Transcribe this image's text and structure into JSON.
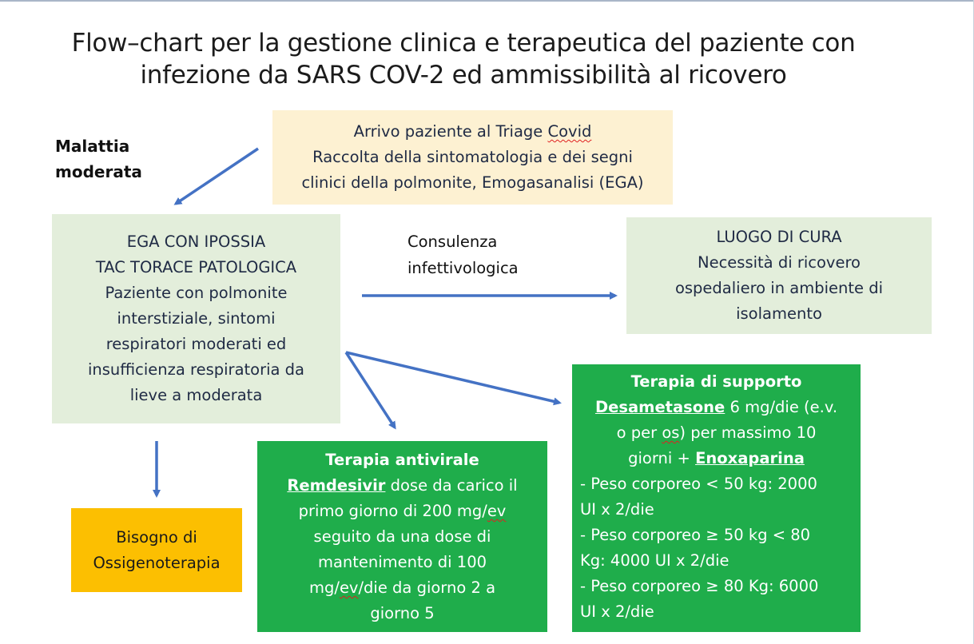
{
  "title": {
    "line1": "Flow–chart per la gestione clinica e terapeutica del paziente con",
    "line2": "infezione da SARS COV-2 ed ammissibilità al ricovero"
  },
  "malattia_label": {
    "line1": "Malattia",
    "line2": "moderata"
  },
  "consulenza_label": {
    "line1": "Consulenza",
    "line2": "infettivologica"
  },
  "triage": {
    "line1_a": "Arrivo paziente al Triage ",
    "line1_b": "Covid",
    "line2": "Raccolta della sintomatologia e dei segni",
    "line3": "clinici della polmonite, Emogasanalisi (EGA)"
  },
  "ega": {
    "lines": [
      "EGA CON IPOSSIA",
      "TAC TORACE PATOLOGICA",
      "Paziente con polmonite",
      "interstiziale, sintomi",
      "respiratori moderati ed",
      "insufficienza respiratoria da",
      "lieve a moderata"
    ]
  },
  "luogo": {
    "lines": [
      "LUOGO DI CURA",
      "Necessità di ricovero",
      "ospedaliero in ambiente di",
      "isolamento"
    ]
  },
  "ossigeno": {
    "line1": "Bisogno di",
    "line2": "Ossigenoterapia"
  },
  "antivirale": {
    "heading": "Terapia antivirale",
    "drug": "Remdesivir",
    "line1_rest": " dose da carico il",
    "line2_a": "primo giorno di 200 mg/",
    "line2_b": "ev",
    "line3": "seguito da una dose di",
    "line4": "mantenimento di 100",
    "line5_a": "mg/",
    "line5_b": "ev",
    "line5_c": "/die da giorno 2 a",
    "line6": "giorno 5"
  },
  "supporto": {
    "heading": "Terapia di supporto",
    "drug1": "Desametasone",
    "line1_rest": " 6 mg/die (e.v.",
    "line2_a": "o per ",
    "line2_b": "os",
    "line2_c": ") per massimo 10",
    "line3_a": "giorni + ",
    "drug2": "Enoxaparina",
    "dose_lines": [
      "- Peso corporeo  < 50 kg: 2000",
      "UI x 2/die",
      "- Peso corporeo  ≥ 50 kg < 80",
      "Kg: 4000 UI x 2/die",
      "- Peso corporeo ≥ 80 Kg: 6000",
      "UI x 2/die"
    ]
  },
  "colors": {
    "arrow": "#4472c4",
    "triage_fill": "#fdf1d2",
    "light_green_fill": "#e3eedb",
    "therapy_fill": "#1fad4b",
    "oxygen_fill": "#fcbf01"
  }
}
